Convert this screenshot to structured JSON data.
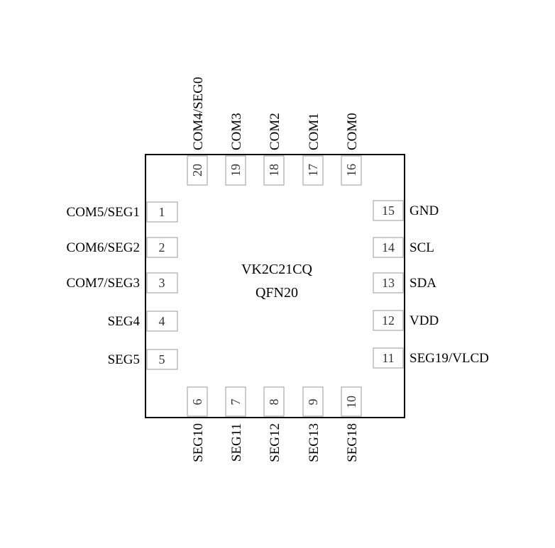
{
  "chip": {
    "part_number": "VK2C21CQ",
    "package": "QFN20"
  },
  "pins": {
    "left": [
      {
        "num": "1",
        "label": "COM5/SEG1"
      },
      {
        "num": "2",
        "label": "COM6/SEG2"
      },
      {
        "num": "3",
        "label": "COM7/SEG3"
      },
      {
        "num": "4",
        "label": "SEG4"
      },
      {
        "num": "5",
        "label": "SEG5"
      }
    ],
    "bottom": [
      {
        "num": "6",
        "label": "SEG10"
      },
      {
        "num": "7",
        "label": "SEG11"
      },
      {
        "num": "8",
        "label": "SEG12"
      },
      {
        "num": "9",
        "label": "SEG13"
      },
      {
        "num": "10",
        "label": "SEG18"
      }
    ],
    "right": [
      {
        "num": "15",
        "label": "GND"
      },
      {
        "num": "14",
        "label": "SCL"
      },
      {
        "num": "13",
        "label": "SDA"
      },
      {
        "num": "12",
        "label": "VDD"
      },
      {
        "num": "11",
        "label": "SEG19/VLCD"
      }
    ],
    "top": [
      {
        "num": "20",
        "label": "COM4/SEG0"
      },
      {
        "num": "19",
        "label": "COM3"
      },
      {
        "num": "18",
        "label": "COM2"
      },
      {
        "num": "17",
        "label": "COM1"
      },
      {
        "num": "16",
        "label": "COM0"
      }
    ]
  }
}
